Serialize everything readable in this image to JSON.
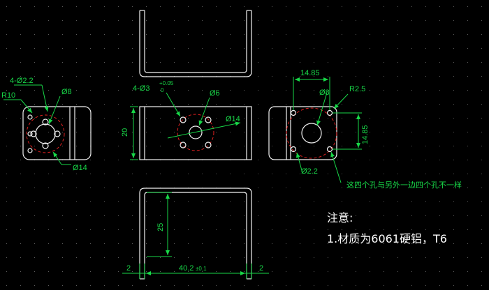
{
  "left_view": {
    "hole_callout": "4-Ø2.2",
    "radius": "R10",
    "inner_dia": "Ø8",
    "circle_dia": "Ø14"
  },
  "middle_view": {
    "hole_callout": "4-Ø3",
    "tol_upper": "+0.05",
    "tol_lower": "0",
    "center_dia": "Ø6",
    "circle_dia": "Ø14",
    "height": "20"
  },
  "right_view": {
    "width": "14.85",
    "height": "14.85",
    "inner_dia": "Ø8",
    "corner_radius": "R2.5",
    "hole_dia": "Ø2.2",
    "annotation": "这四个孔与另外一边四个孔不一样"
  },
  "bottom_view": {
    "height": "25",
    "width": "40.2",
    "width_tol": "±0.1",
    "left_thickness": "2",
    "right_thickness": "2"
  },
  "notes": {
    "title": "注意:",
    "line1": "1.材质为6061硬铝，T6"
  }
}
